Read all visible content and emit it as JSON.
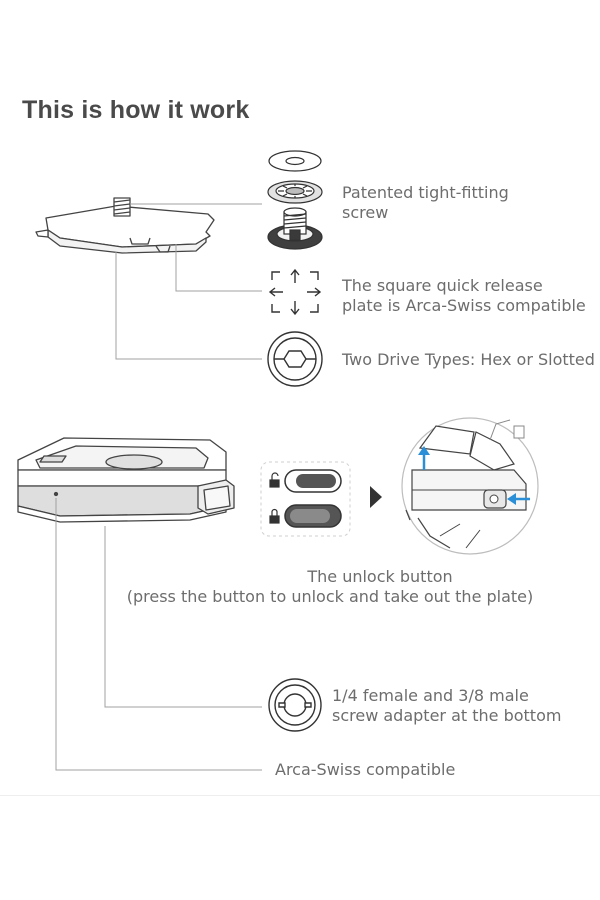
{
  "title": "This is how it work",
  "features": {
    "screw": {
      "line1": "Patented tight-fitting",
      "line2": "screw"
    },
    "plate": {
      "line1": "The square quick release",
      "line2": "plate is Arca-Swiss compatible"
    },
    "drive": {
      "line1": "Two Drive Types: Hex or Slotted"
    },
    "unlock": {
      "line1": "The unlock button",
      "line2": "(press the button to unlock and take out the plate)"
    },
    "adapter": {
      "line1": "1/4 female and 3/8 male",
      "line2": "screw adapter at the bottom"
    },
    "arca": {
      "line1": "Arca-Swiss compatible"
    }
  },
  "colors": {
    "text": "#6d6d6d",
    "title": "#4a4a4a",
    "line": "#9a9a9a",
    "accent": "#2a8fd6",
    "toggle_dark": "#555555"
  },
  "icons": [
    "screw-washer-icon",
    "screw-ring-icon",
    "screw-bolt-icon",
    "arrows-square-icon",
    "hex-slot-drive-icon",
    "lock-open-icon",
    "lock-closed-icon",
    "arrow-right-icon",
    "adapter-ring-icon"
  ]
}
